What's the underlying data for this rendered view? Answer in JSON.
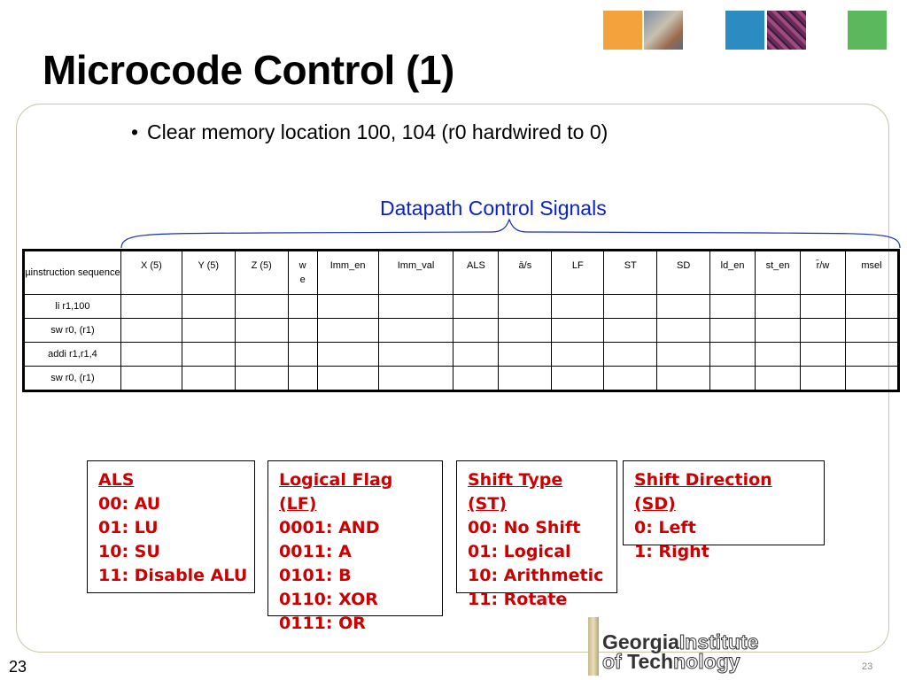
{
  "slide": {
    "title": "Microcode Control (1)",
    "bullet": "Clear memory location 100, 104  (r0 hardwired to 0)",
    "brace_label": "Datapath Control Signals",
    "page_number_left": "23",
    "page_number_right": "23"
  },
  "table": {
    "headers": [
      "µinstruction sequence",
      "X (5)",
      "Y (5)",
      "Z (5)",
      "w e",
      "Imm_en",
      "Imm_val",
      "ALS",
      "ā/s",
      "LF",
      "ST",
      "SD",
      "ld_en",
      "st_en",
      "r̄/w",
      "msel"
    ],
    "rows": [
      "li r1,100",
      "sw r0, (r1)",
      "addi r1,r1,4",
      "sw r0, (r1)"
    ]
  },
  "legends": {
    "als": {
      "title": "ALS",
      "lines": [
        "00: AU",
        "01: LU",
        "10: SU",
        "11: Disable ALU"
      ]
    },
    "lf": {
      "title": "Logical Flag (LF)",
      "lines": [
        "0001: AND",
        "0011: A",
        "0101: B",
        "0110: XOR",
        "0111: OR"
      ]
    },
    "st": {
      "title": "Shift Type (ST)",
      "lines": [
        "00: No Shift",
        "01: Logical",
        "10: Arithmetic",
        "11: Rotate"
      ]
    },
    "sd": {
      "title": "Shift Direction (SD)",
      "lines": [
        "0: Left",
        "1: Right"
      ]
    }
  },
  "logo": {
    "line1_a": "Georgia",
    "line1_b": "Institute",
    "line2_a": "of ",
    "line2_b": "Tech",
    "line2_c": "nology"
  },
  "colors": {
    "legend_text": "#cc0000",
    "brace_label": "#0a22c8",
    "brace_line": "#1a2fb0"
  }
}
